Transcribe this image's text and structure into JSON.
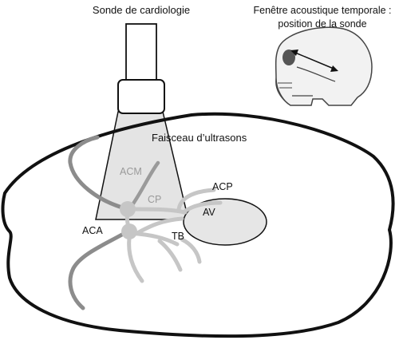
{
  "title_probe": "Sonde de cardiologie",
  "inset_caption_line1": "Fenêtre acoustique temporale :",
  "inset_caption_line2": "position de la sonde",
  "beam_label": "Faisceau d’ultrasons",
  "labels": {
    "acm": "ACM",
    "cp": "CP",
    "acp": "ACP",
    "av": "AV",
    "aca": "ACA",
    "tb": "TB"
  },
  "colors": {
    "outline": "#111111",
    "beam_fill": "#e4e4e4",
    "vessel_dark": "#8c8c8c",
    "vessel_light": "#c6c6c6",
    "label_on_beam": "#9a9a9a",
    "brainstem_fill": "#e6e6e6"
  }
}
